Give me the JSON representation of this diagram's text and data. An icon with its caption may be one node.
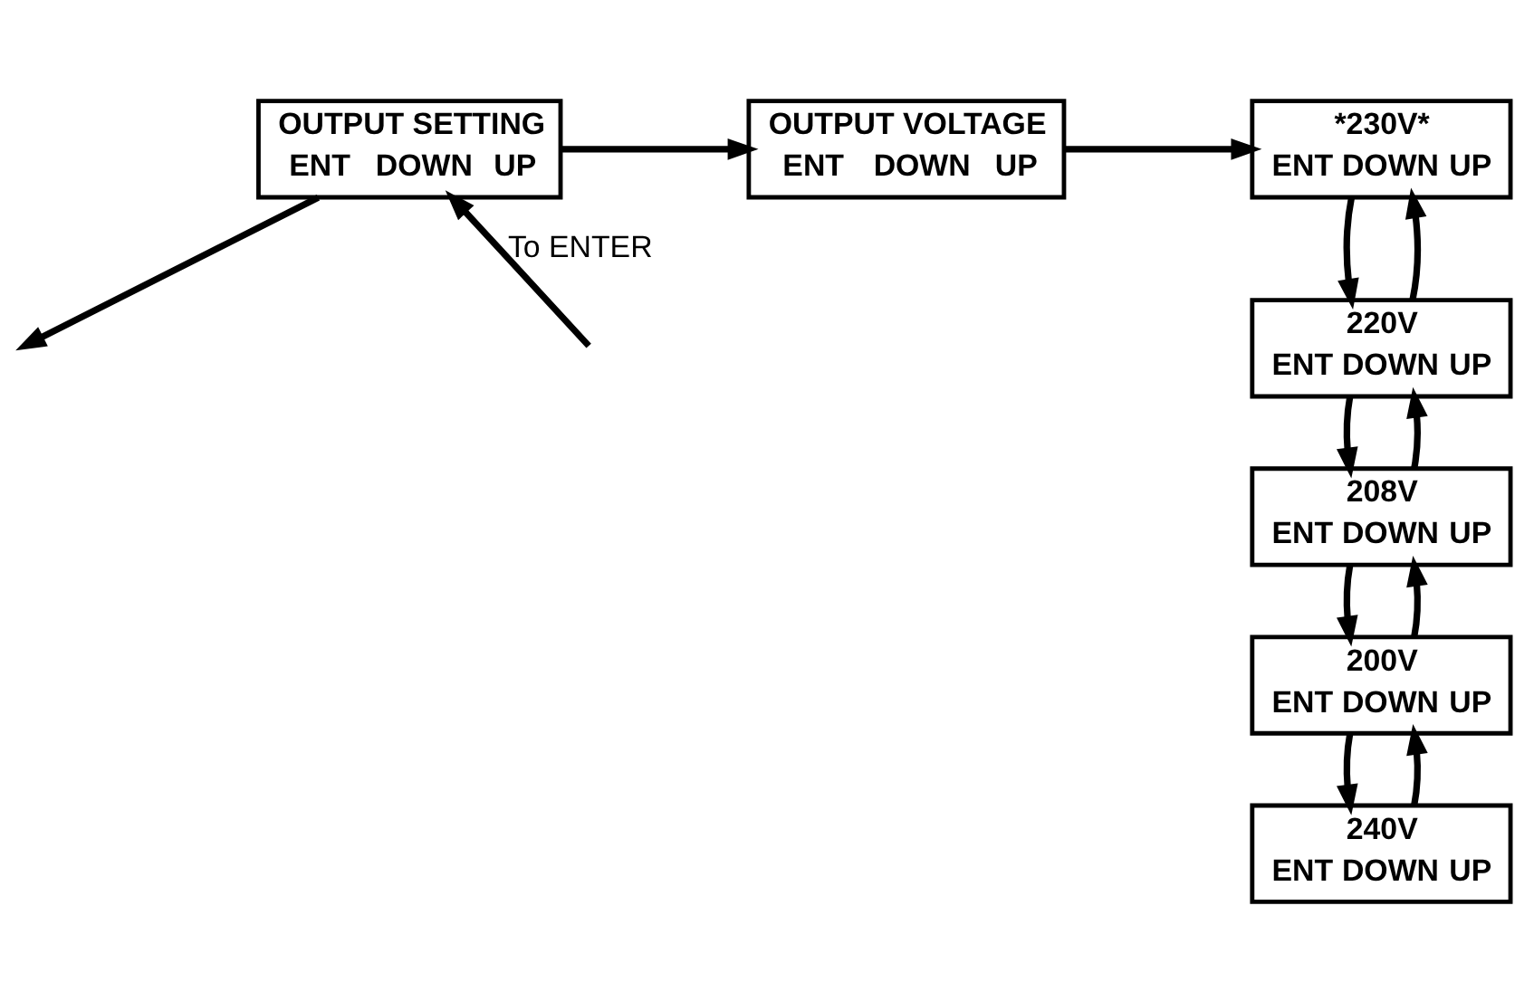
{
  "diagram": {
    "nodes": [
      {
        "text": [
          "OUTPUT SETTING",
          "ENT",
          "DOWN",
          "UP"
        ]
      },
      {
        "text": [
          "OUTPUT VOLTAGE",
          "ENT",
          "DOWN",
          "UP"
        ]
      },
      {
        "text": [
          "*230V*",
          "ENT",
          "DOWN",
          "UP"
        ]
      },
      {
        "text": [
          "220V",
          "ENT",
          "DOWN",
          "UP"
        ]
      },
      {
        "text": [
          "208V",
          "ENT",
          "DOWN",
          "UP"
        ]
      },
      {
        "text": [
          "200V",
          "ENT",
          "DOWN",
          "UP"
        ]
      },
      {
        "text": [
          "240V",
          "ENT",
          "DOWN",
          "UP"
        ]
      }
    ],
    "edges": [
      {
        "from": 0,
        "to": 1,
        "arrow": "to"
      },
      {
        "from": 1,
        "to": 2,
        "arrow": "to"
      },
      {
        "from": 0,
        "to": null,
        "arrow": "to"
      },
      {
        "from": null,
        "to": 0,
        "arrow": "to",
        "label": "To ENTER"
      },
      {
        "from": 2,
        "to": 3,
        "arrow": "to"
      },
      {
        "from": 3,
        "to": 2,
        "arrow": "to"
      },
      {
        "from": 3,
        "to": 4,
        "arrow": "to"
      },
      {
        "from": 4,
        "to": 3,
        "arrow": "to"
      },
      {
        "from": 4,
        "to": 5,
        "arrow": "to"
      },
      {
        "from": 5,
        "to": 4,
        "arrow": "to"
      },
      {
        "from": 5,
        "to": 6,
        "arrow": "to"
      },
      {
        "from": 6,
        "to": 5,
        "arrow": "to"
      }
    ]
  }
}
